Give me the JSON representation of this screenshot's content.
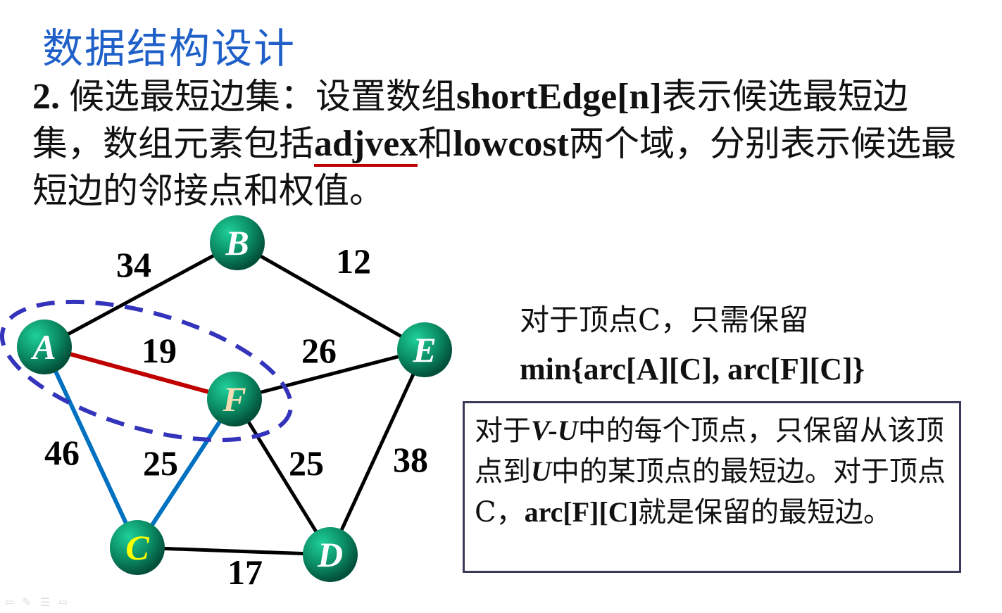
{
  "title": "数据结构设计",
  "paragraph": {
    "prefix": "2. ",
    "p1": "候选最短边集：设置数组",
    "code1": "shortEdge[n]",
    "p2": "表示候选最短边集，数组元素包括",
    "code2": "adjvex",
    "p3": "和",
    "code3": "lowcost",
    "p4": "两个域，分别表示候选最短边的邻接点和权值。"
  },
  "note": {
    "line1": "对于顶点C，只需保留",
    "line2": "min{arc[A][C], arc[F][C]}"
  },
  "box": {
    "t1": "对于",
    "vu": "V-U",
    "t2": "中的每个顶点，只保留从该顶点到",
    "u": "U",
    "t3": "中的某顶点的最短边。对于顶点C，",
    "arc": "arc[F][C]",
    "t4": "就是保留的最短边。"
  },
  "graph": {
    "nodes": [
      {
        "id": "A",
        "label_color": "#ffffff"
      },
      {
        "id": "B",
        "label_color": "#ffffff"
      },
      {
        "id": "C",
        "label_color": "#ffff00"
      },
      {
        "id": "D",
        "label_color": "#ffffff"
      },
      {
        "id": "E",
        "label_color": "#ffffff"
      },
      {
        "id": "F",
        "label_color": "#f5deb3"
      }
    ],
    "edges": [
      {
        "from": "A",
        "to": "B",
        "weight": "34",
        "color": "#000000"
      },
      {
        "from": "B",
        "to": "E",
        "weight": "12",
        "color": "#000000"
      },
      {
        "from": "A",
        "to": "F",
        "weight": "19",
        "color": "#c00000"
      },
      {
        "from": "F",
        "to": "E",
        "weight": "26",
        "color": "#000000"
      },
      {
        "from": "A",
        "to": "C",
        "weight": "46",
        "color": "#0070c0"
      },
      {
        "from": "F",
        "to": "C",
        "weight": "25",
        "color": "#0070c0"
      },
      {
        "from": "F",
        "to": "D",
        "weight": "25",
        "color": "#000000"
      },
      {
        "from": "E",
        "to": "D",
        "weight": "38",
        "color": "#000000"
      },
      {
        "from": "C",
        "to": "D",
        "weight": "17",
        "color": "#000000"
      }
    ],
    "highlight_color": "#3333bb"
  },
  "nav_icons": [
    "arrow-left-icon",
    "pen-icon",
    "menu-icon",
    "arrow-right-icon"
  ]
}
